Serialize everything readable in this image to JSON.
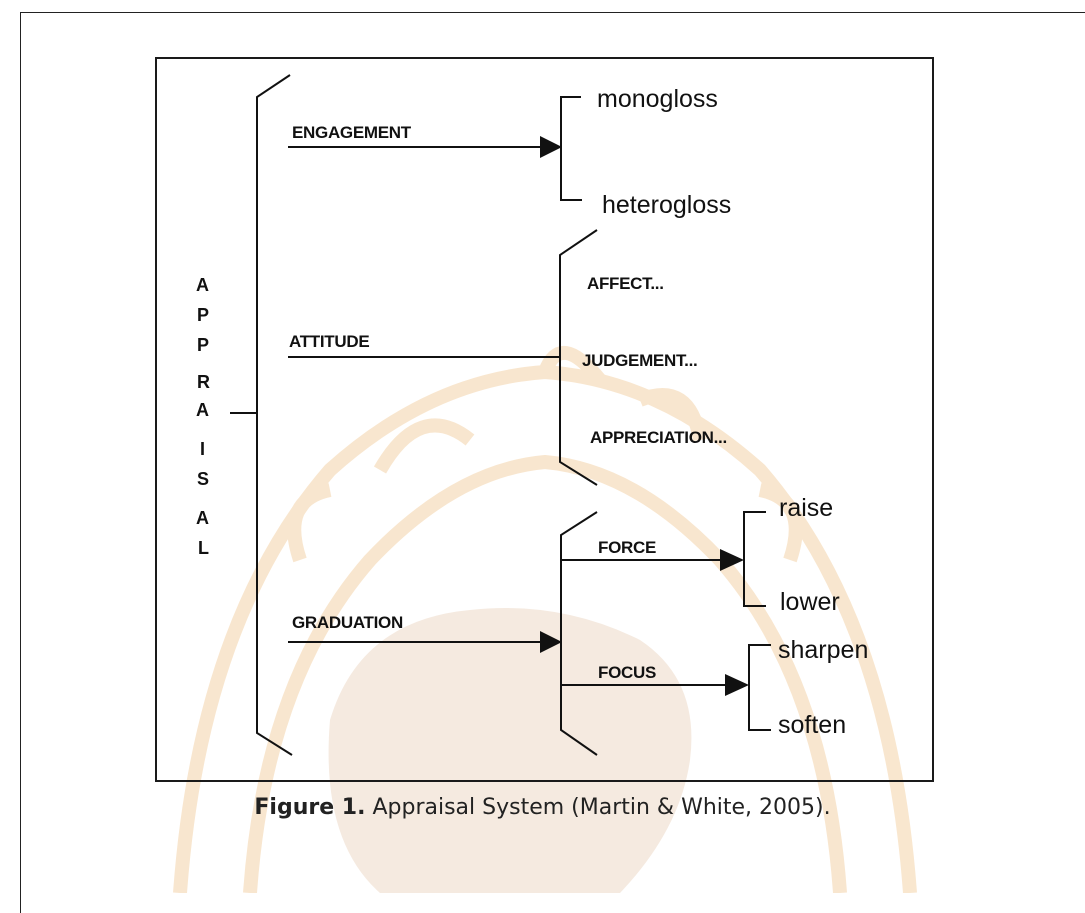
{
  "diagram": {
    "system_letters": [
      "A",
      "P",
      "P",
      "R",
      "A",
      "I",
      "S",
      "A",
      "L"
    ],
    "engagement": {
      "label": "ENGAGEMENT",
      "options": [
        "monogloss",
        "heterogloss"
      ]
    },
    "attitude": {
      "label": "ATTITUDE",
      "options": [
        "AFFECT...",
        "JUDGEMENT...",
        "APPRECIATION..."
      ]
    },
    "graduation": {
      "label": "GRADUATION",
      "force": {
        "label": "FORCE",
        "options": [
          "raise",
          "lower"
        ]
      },
      "focus": {
        "label": "FOCUS",
        "options": [
          "sharpen",
          "soften"
        ]
      }
    }
  },
  "caption": {
    "label": "Figure 1.",
    "text": "Appraisal System (Martin & White, 2005)."
  },
  "colors": {
    "watermark": "#f6d9b4",
    "lines": "#111111"
  }
}
